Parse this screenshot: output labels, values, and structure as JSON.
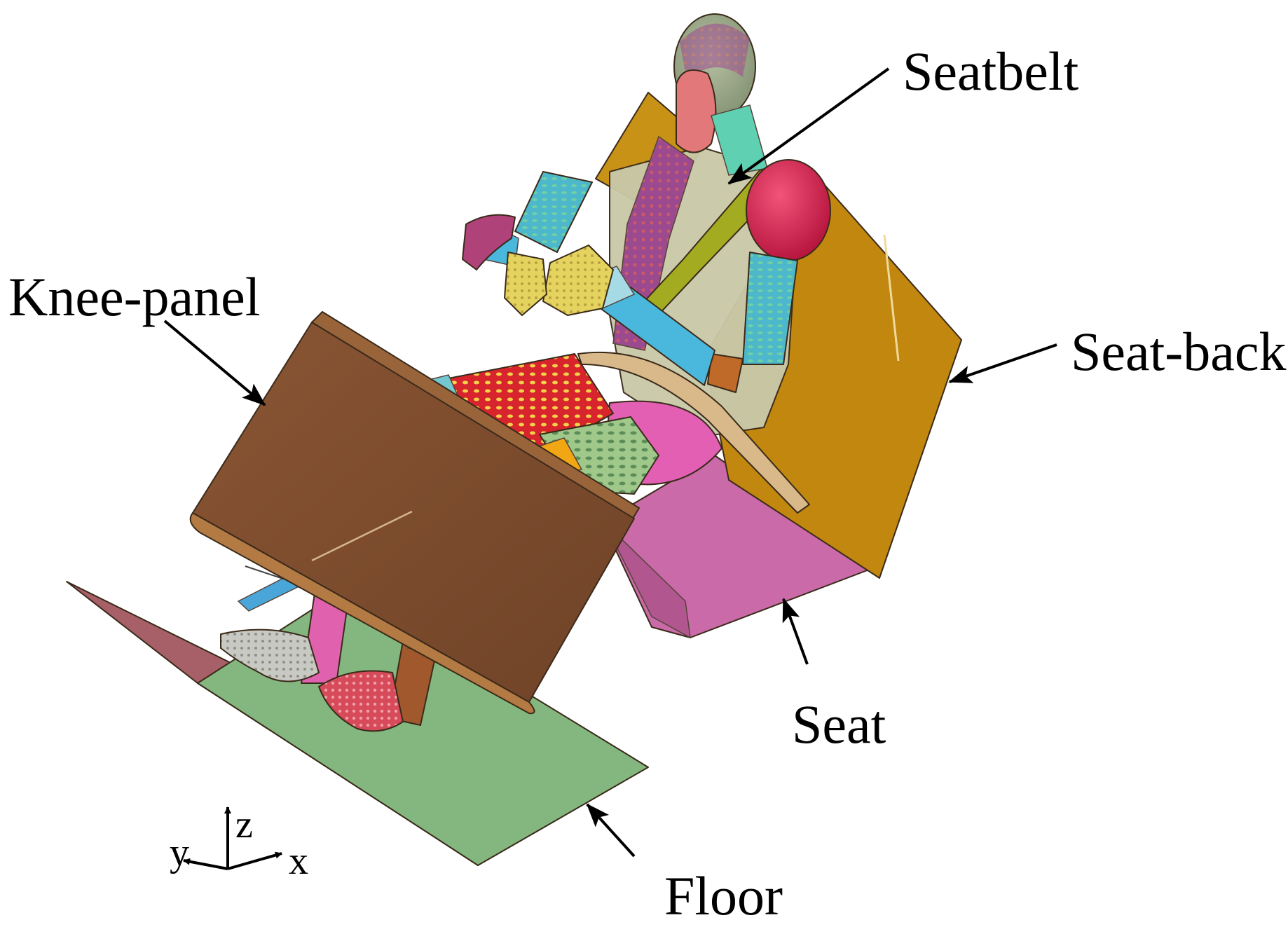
{
  "labels": {
    "seatbelt": "Seatbelt",
    "knee_panel": "Knee-panel",
    "seat_back": "Seat-back",
    "seat": "Seat",
    "floor": "Floor"
  },
  "axes": {
    "z": "z",
    "x": "x",
    "y": "y"
  },
  "colors": {
    "knee_panel": "#7a4a2c",
    "seat_back": "#c1870f",
    "seat": "#cb6aa8",
    "floor": "#84b77f",
    "floor_wall": "#a76068",
    "torso": "#c9c8a8",
    "shoulder": "#d81e4e",
    "arm_mesh": "#45b7c9",
    "thigh_mesh": "#d8242c",
    "knee_mesh": "#93bf7a",
    "hand": "#e3cf5a",
    "head": "#9aa88a"
  }
}
